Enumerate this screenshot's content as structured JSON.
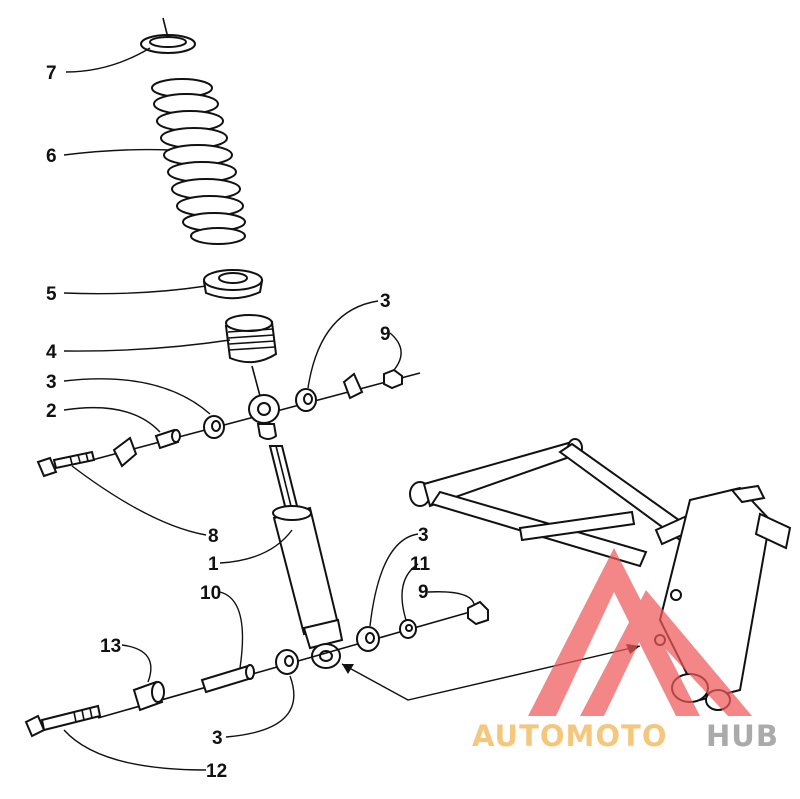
{
  "callouts": {
    "c7": "7",
    "c6": "6",
    "c5": "5",
    "c4": "4",
    "c3_left": "3",
    "c2": "2",
    "c8": "8",
    "c1": "1",
    "c10": "10",
    "c13": "13",
    "c3_bottom": "3",
    "c12": "12",
    "c3_top_right": "3",
    "c9_top_right": "9",
    "c3_mid_right": "3",
    "c11": "11",
    "c9_mid_right": "9"
  },
  "watermark": {
    "brand_part1": "AUTOMOTO",
    "brand_part2": "HUB",
    "colors": {
      "triangle": "#ef5a5a",
      "auto": "#f2b24a",
      "hub": "#8a8a8a"
    }
  }
}
